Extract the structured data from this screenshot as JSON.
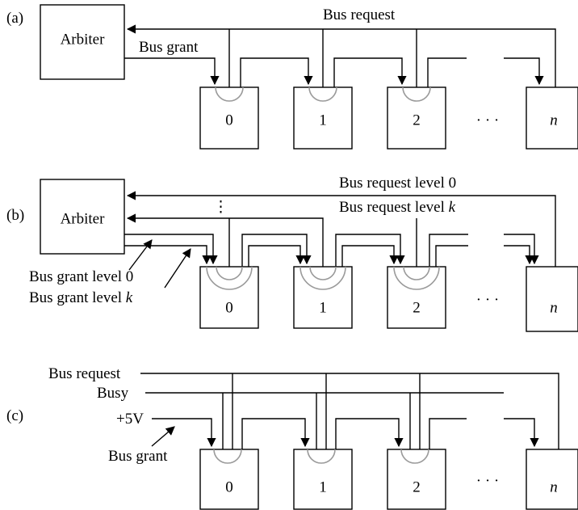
{
  "panel_a": {
    "label": "(a)",
    "arbiter": "Arbiter",
    "bus_request": "Bus request",
    "bus_grant": "Bus grant",
    "devices": [
      "0",
      "1",
      "2",
      "n"
    ],
    "ellipsis": "· · ·"
  },
  "panel_b": {
    "label": "(b)",
    "arbiter": "Arbiter",
    "bus_request_level_0": "Bus request level 0",
    "bus_request_level_k_prefix": "Bus request level ",
    "bus_request_level_k_var": "k",
    "vdots": "⋮",
    "bus_grant_level_0": "Bus grant level 0",
    "bus_grant_level_k_prefix": "Bus grant level ",
    "bus_grant_level_k_var": "k",
    "devices": [
      "0",
      "1",
      "2",
      "n"
    ],
    "ellipsis": "· · ·"
  },
  "panel_c": {
    "label": "(c)",
    "bus_request": "Bus request",
    "busy": "Busy",
    "plus5v": "+5V",
    "bus_grant": "Bus grant",
    "devices": [
      "0",
      "1",
      "2",
      "n"
    ],
    "ellipsis": "· · ·"
  }
}
